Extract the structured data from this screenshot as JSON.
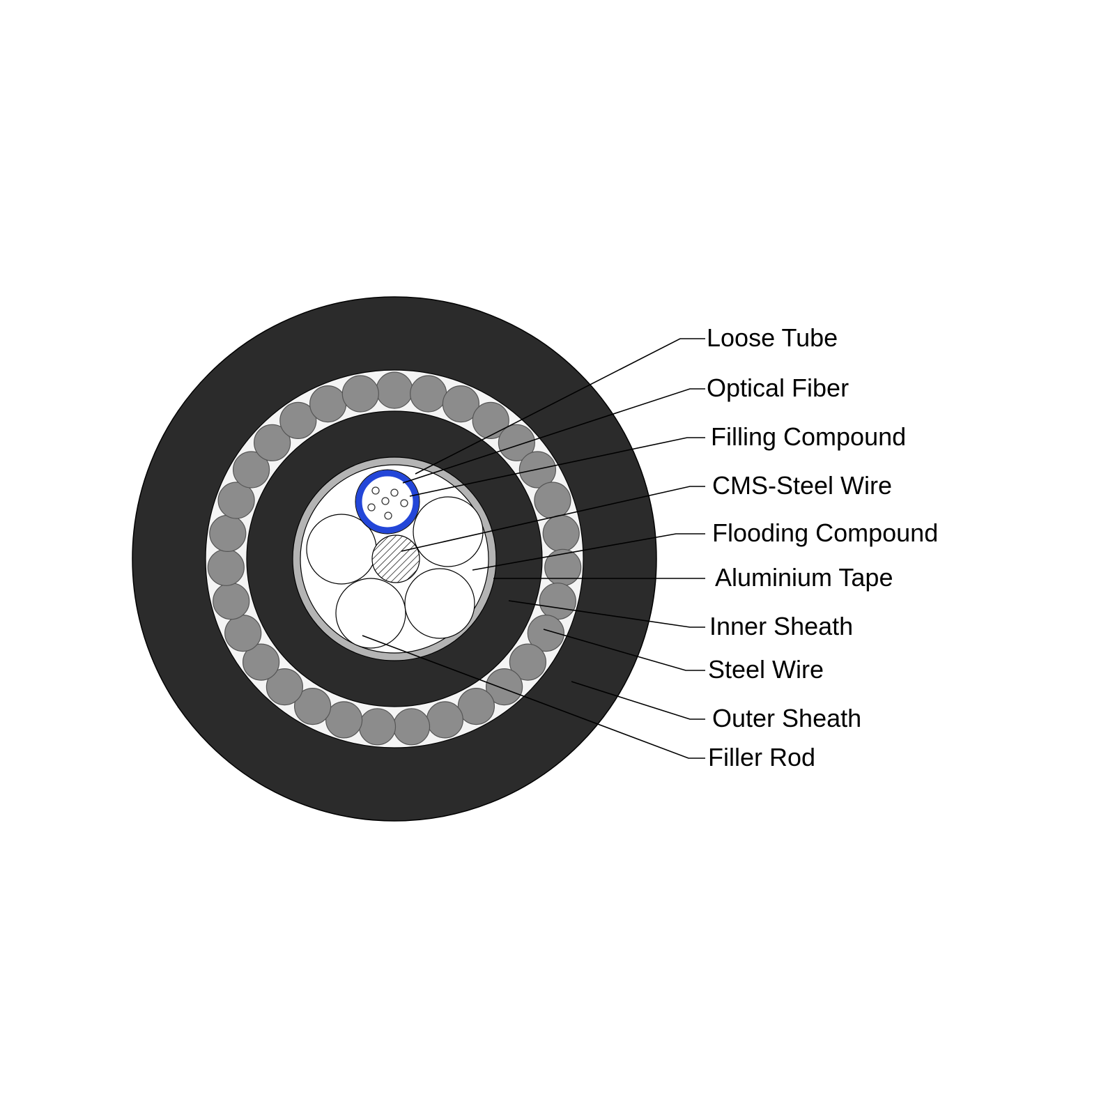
{
  "diagram": {
    "colors": {
      "sheath": "#2b2b2b",
      "steel_wire": "#8c8c8c",
      "armour_bed": "#f4f4f4",
      "aluminium_tape": "#b4b4b4",
      "loose_tube": "#2346d8",
      "flooding": "#ffffff"
    },
    "labels": {
      "loose_tube": "Loose Tube",
      "optical_fiber": "Optical Fiber",
      "filling_compound": "Filling Compound",
      "cms_steel_wire": "CMS-Steel Wire",
      "flooding_compound": "Flooding Compound",
      "aluminium_tape": "Aluminium Tape",
      "inner_sheath": "Inner Sheath",
      "steel_wire": "Steel Wire",
      "outer_sheath": "Outer Sheath",
      "filler_rod": "Filler Rod"
    }
  }
}
